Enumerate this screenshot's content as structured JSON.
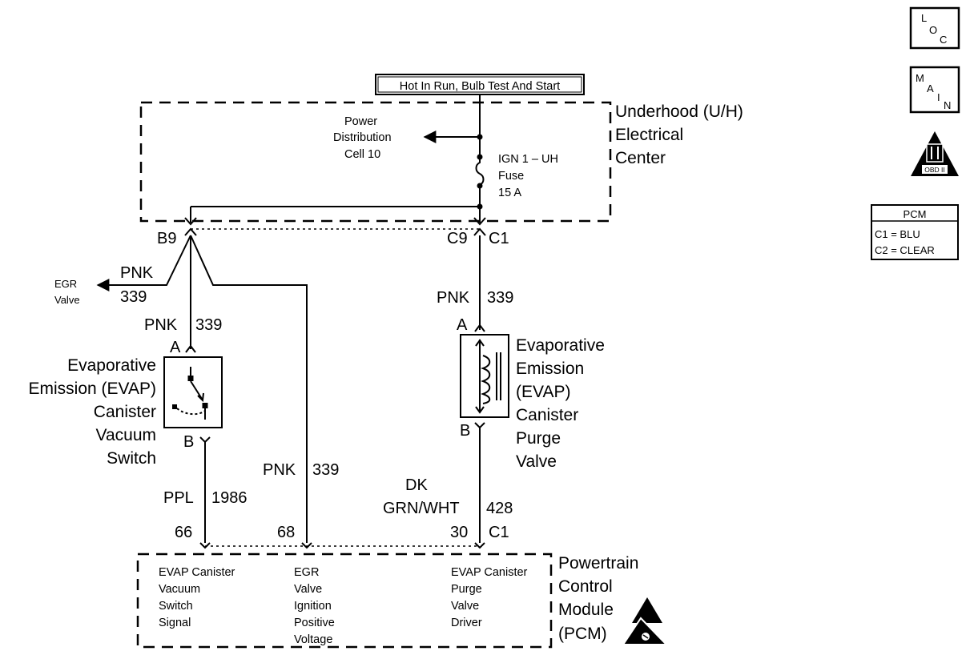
{
  "header": {
    "feed_label": "Hot In Run, Bulb Test And Start"
  },
  "uh_center": {
    "label": [
      "Underhood (U/H)",
      "Electrical",
      "Center"
    ]
  },
  "power_distribution": {
    "label": [
      "Power",
      "Distribution",
      "Cell 10"
    ]
  },
  "fuse": {
    "label": [
      "IGN 1 – UH",
      "Fuse",
      "15 A"
    ]
  },
  "connectors": {
    "b9": "B9",
    "c9": "C9",
    "c9_conn": "C1",
    "pcm_66": "66",
    "pcm_68": "68",
    "pcm_30": "30",
    "pcm_conn": "C1"
  },
  "wires": {
    "egr_color": "PNK",
    "egr_circuit": "339",
    "vac_color": "PNK",
    "vac_circuit": "339",
    "purge_color": "PNK",
    "purge_circuit": "339",
    "pcm68_color": "PNK",
    "pcm68_circuit": "339",
    "signal_color": "PPL",
    "signal_circuit": "1986",
    "driver_color": [
      "DK",
      "GRN/WHT"
    ],
    "driver_circuit": "428"
  },
  "egr_valve": {
    "label": [
      "EGR",
      "Valve"
    ]
  },
  "vacuum_switch": {
    "label": [
      "Evaporative",
      "Emission (EVAP)",
      "Canister",
      "Vacuum",
      "Switch"
    ],
    "pin_a": "A",
    "pin_b": "B"
  },
  "purge_valve": {
    "label": [
      "Evaporative",
      "Emission",
      "(EVAP)",
      "Canister",
      "Purge",
      "Valve"
    ],
    "pin_a": "A",
    "pin_b": "B"
  },
  "pcm": {
    "label": [
      "Powertrain",
      "Control",
      "Module",
      "(PCM)"
    ],
    "signal_label": [
      "EVAP Canister",
      "Vacuum",
      "Switch",
      "Signal"
    ],
    "egr_label": [
      "EGR",
      "Valve",
      "Ignition",
      "Positive",
      "Voltage"
    ],
    "driver_label": [
      "EVAP Canister",
      "Purge",
      "Valve",
      "Driver"
    ]
  },
  "sidebar": {
    "loc": [
      "L",
      "O",
      "C"
    ],
    "main": [
      "M",
      "A",
      "I",
      "N"
    ],
    "obd_label": "OBD II",
    "pcm_legend": {
      "title": "PCM",
      "rows": [
        "C1 = BLU",
        "C2 = CLEAR"
      ]
    }
  }
}
